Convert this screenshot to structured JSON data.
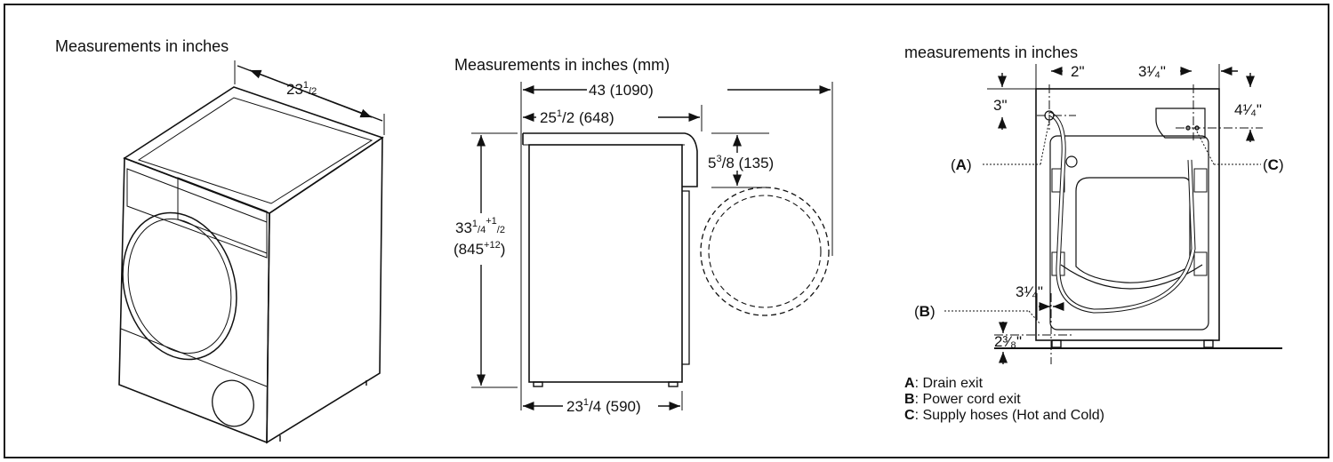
{
  "left_panel": {
    "title": "Measurements in inches",
    "width_whole": "23",
    "width_frac": "1",
    "width_den": "/2"
  },
  "middle_panel": {
    "title": "Measurements in inches (mm)",
    "depth_door_open": "43 (1090)",
    "depth_top_whole": "25",
    "depth_top_frac": "1",
    "depth_top_rest": "/2 (648)",
    "door_whole": "5",
    "door_frac": "3",
    "door_rest": "/8 (135)",
    "height_whole": "33",
    "height_frac": "1",
    "height_den": "/4",
    "height_tol": "+1",
    "height_tol_den": "/2",
    "height_mm": "(845",
    "height_mm_tol": "+12",
    "height_mm_close": ")",
    "depth_base_whole": "23",
    "depth_base_frac": "1",
    "depth_base_rest": "/4 (590)"
  },
  "right_panel": {
    "title": "measurements in inches",
    "dim_2": "2\"",
    "dim_3_1_4_top": "3¹⁄₄\"",
    "dim_3": "3\"",
    "dim_4_1_4": "4¹⁄₄\"",
    "dim_3_1_4_bottom": "3¹⁄₄\"",
    "dim_2_3_8": "2³⁄₈\"",
    "callout_a": "A",
    "callout_b": "B",
    "callout_c": "C",
    "paren_open": "(",
    "paren_close": ")"
  },
  "legend": [
    {
      "key": "A",
      "text": ": Drain exit"
    },
    {
      "key": "B",
      "text": ": Power cord exit"
    },
    {
      "key": "C",
      "text": ": Supply hoses (Hot and Cold)"
    }
  ]
}
